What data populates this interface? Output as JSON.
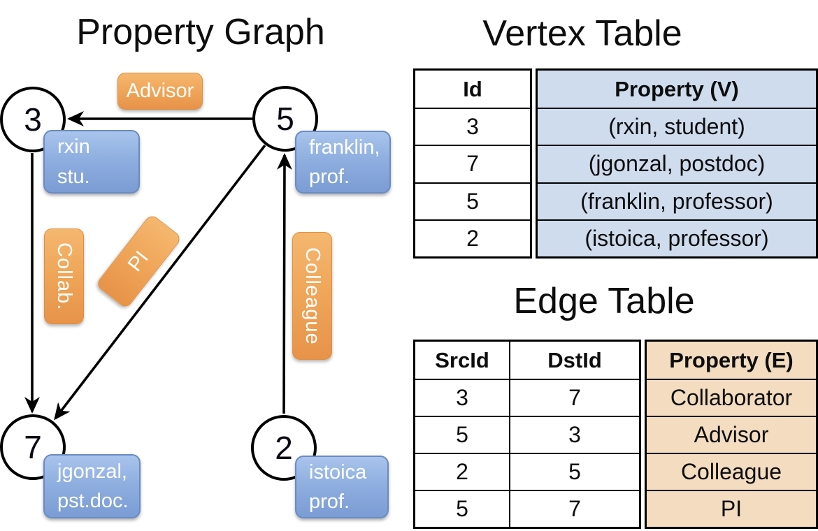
{
  "titles": {
    "graph": "Property Graph",
    "vertex": "Vertex Table",
    "edge": "Edge Table"
  },
  "graph": {
    "nodes": [
      {
        "id": "3",
        "property_lines": [
          "rxin",
          "stu."
        ]
      },
      {
        "id": "5",
        "property_lines": [
          "franklin,",
          "prof."
        ]
      },
      {
        "id": "7",
        "property_lines": [
          "jgonzal,",
          "pst.doc."
        ]
      },
      {
        "id": "2",
        "property_lines": [
          "istoica",
          "prof."
        ]
      }
    ],
    "edge_labels": {
      "advisor": "Advisor",
      "collab": "Collab.",
      "pi": "PI",
      "colleague": "Colleague"
    }
  },
  "vertex_table": {
    "headers": {
      "id": "Id",
      "property": "Property (V)"
    },
    "rows": [
      {
        "id": "3",
        "property": "(rxin, student)"
      },
      {
        "id": "7",
        "property": "(jgonzal, postdoc)"
      },
      {
        "id": "5",
        "property": "(franklin, professor)"
      },
      {
        "id": "2",
        "property": "(istoica, professor)"
      }
    ]
  },
  "edge_table": {
    "headers": {
      "src": "SrcId",
      "dst": "DstId",
      "property": "Property (E)"
    },
    "rows": [
      {
        "src": "3",
        "dst": "7",
        "property": "Collaborator"
      },
      {
        "src": "5",
        "dst": "3",
        "property": "Advisor"
      },
      {
        "src": "2",
        "dst": "5",
        "property": "Colleague"
      },
      {
        "src": "5",
        "dst": "7",
        "property": "PI"
      }
    ]
  },
  "colors": {
    "edge_label_orange": "#EFA558",
    "vertex_prop_blue": "#8FAFE0",
    "vertex_table_fill": "#CFDCEE",
    "edge_table_fill": "#F3DCC0",
    "line_black": "#000000"
  }
}
